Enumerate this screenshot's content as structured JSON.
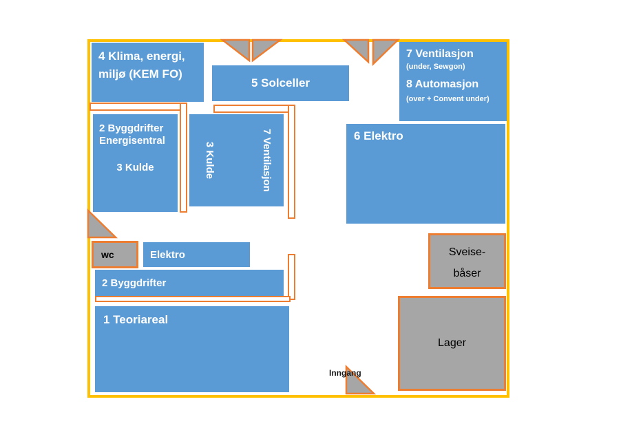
{
  "palette": {
    "room_blue": "#5B9BD5",
    "service_gray": "#A6A6A6",
    "wall_orange": "#ED7D31",
    "border_yellow": "#FFC000",
    "text_on_blue": "#FFFFFF",
    "text_on_gray": "#000000"
  },
  "floorplan": {
    "rooms": {
      "klima_line1": "4 Klima, energi,",
      "klima_line2": "miljø (KEM FO)",
      "solceller": "5 Solceller",
      "ventilasjon_title": "7 Ventilasjon",
      "ventilasjon_sub": "(under, Sewgon)",
      "automasjon_title": "8 Automasjon",
      "automasjon_sub": "(over + Convent under)",
      "byggdrifter_line1": "2 Byggdrifter",
      "byggdrifter_line2": "Energisentral",
      "byggdrifter_line3": "3 Kulde",
      "kulde_vertical": "3 Kulde",
      "ventilasjon_vertical": "7 Ventilasjon",
      "elektro_main": "6 Elektro",
      "elektro_small": "Elektro",
      "byggdrifter_2": "2 Byggdrifter",
      "teoriareal": "1 Teoriareal",
      "wc": "wc",
      "sveisebaaser_line1": "Sveise-",
      "sveisebaaser_line2": "båser",
      "lager": "Lager",
      "inngang": "Inngang"
    }
  }
}
